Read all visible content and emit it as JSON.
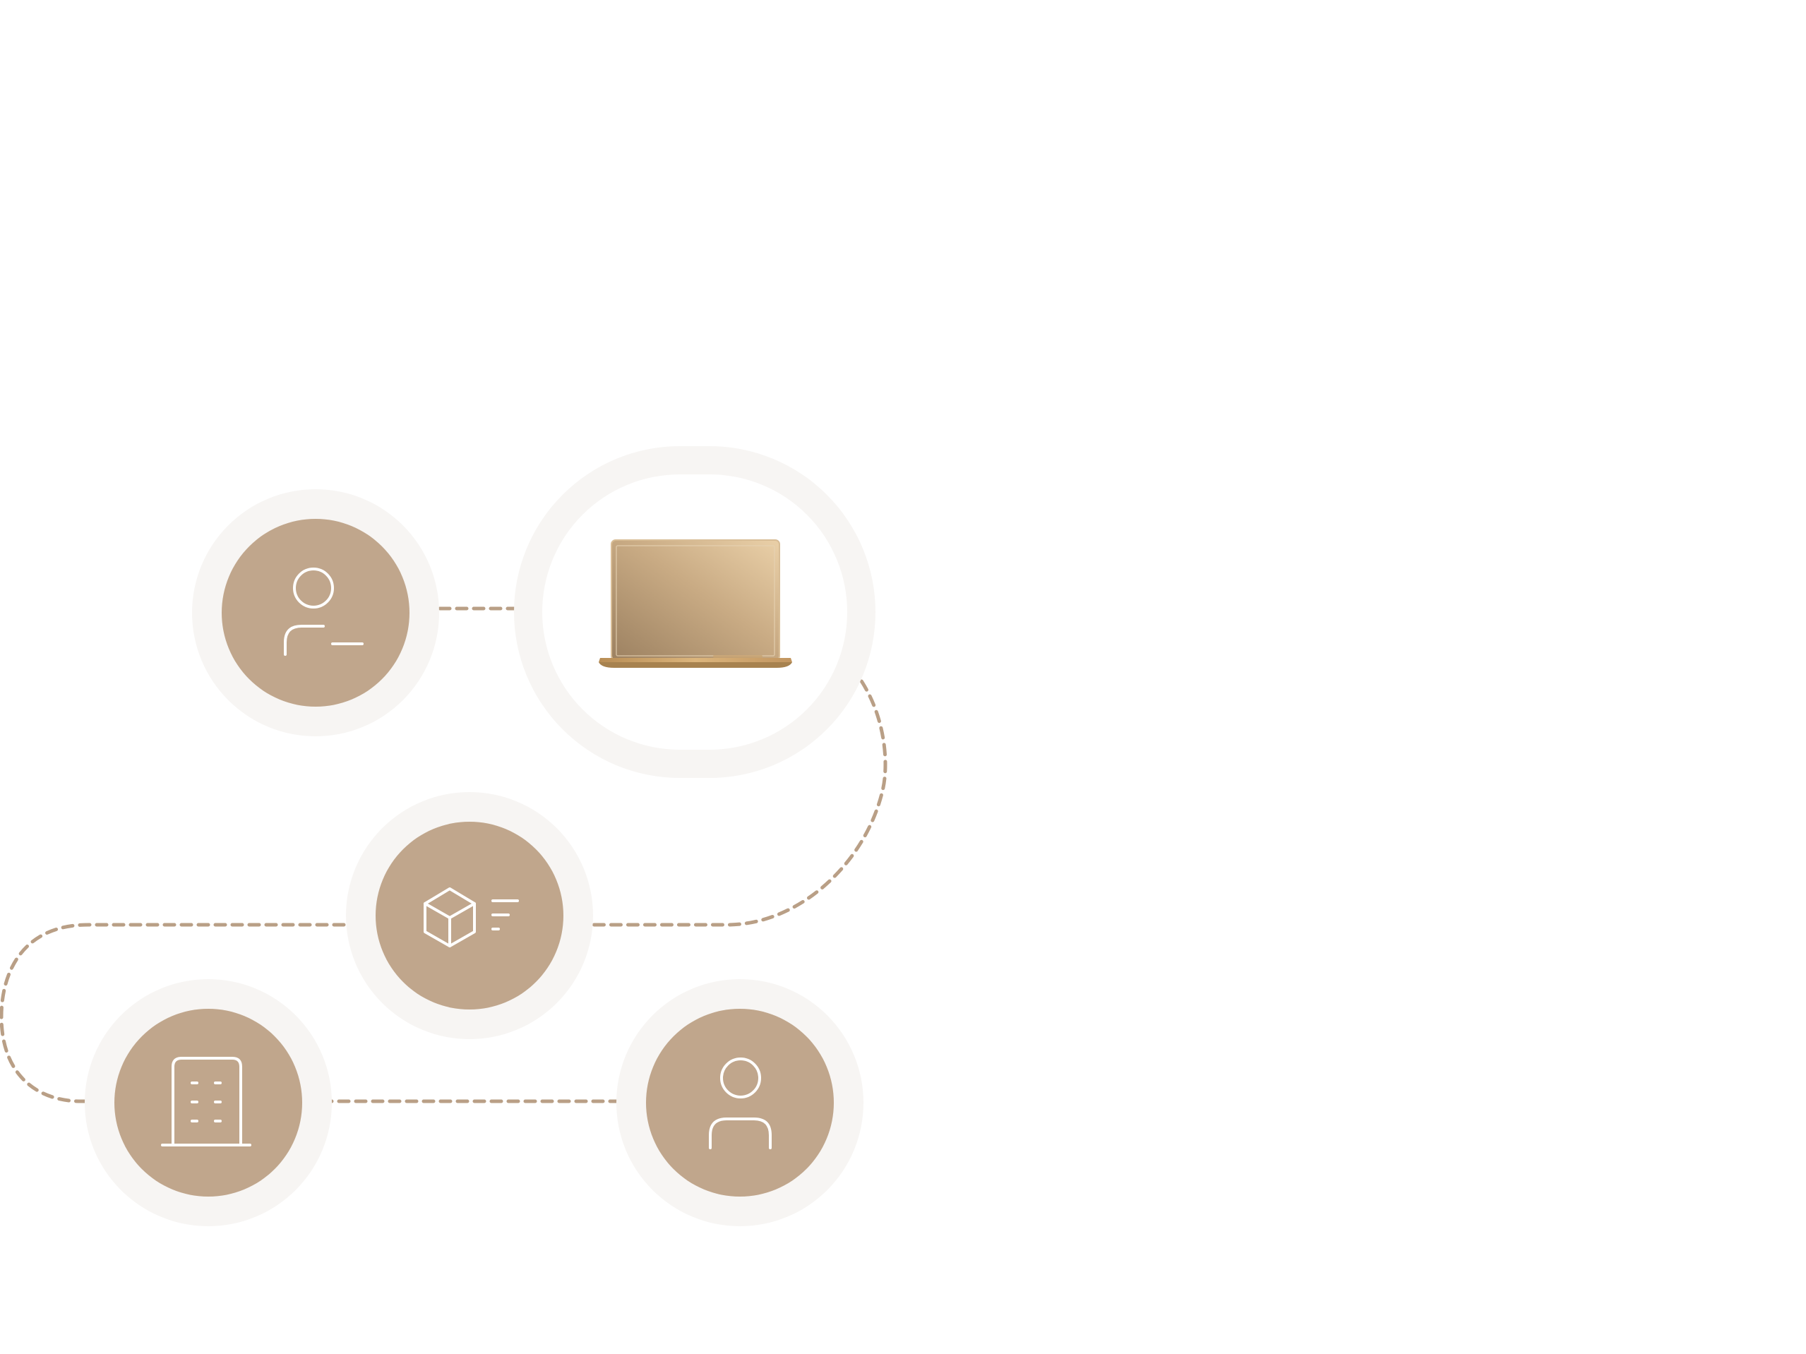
{
  "diagram": {
    "description_free": true,
    "colors": {
      "ring": "#f7f5f3",
      "node_fill": "#c0a68c",
      "connector": "#b99f86",
      "icon_stroke": "#ffffff",
      "device_gold_light": "#e8cda3",
      "device_gold_dark": "#9c8161"
    },
    "nodes": [
      {
        "id": "user-terminal",
        "icon": "user-terminal-icon"
      },
      {
        "id": "laptop",
        "icon": "laptop-icon"
      },
      {
        "id": "package",
        "icon": "package-list-icon"
      },
      {
        "id": "building",
        "icon": "building-icon"
      },
      {
        "id": "user",
        "icon": "user-icon"
      }
    ],
    "connections": [
      {
        "from": "user-terminal",
        "to": "laptop"
      },
      {
        "from": "laptop",
        "to": "package"
      },
      {
        "from": "package",
        "to": "building"
      },
      {
        "from": "building",
        "to": "user"
      }
    ]
  }
}
